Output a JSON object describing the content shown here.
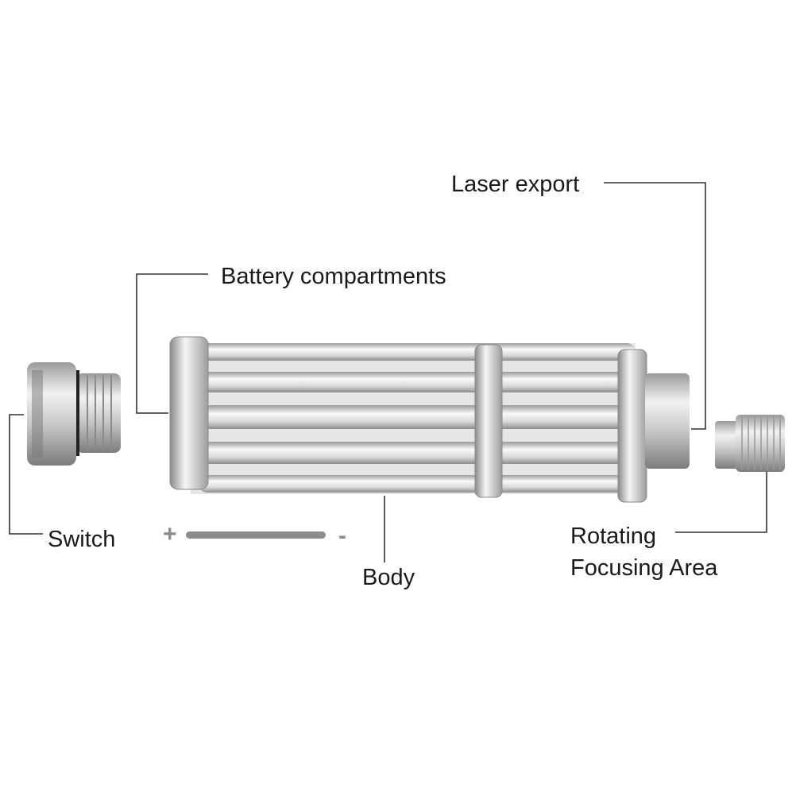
{
  "labels": {
    "laser_export": "Laser export",
    "battery_compartments": "Battery compartments",
    "switch": "Switch",
    "body": "Body",
    "rotating": "Rotating",
    "focusing_area": "Focusing Area"
  },
  "polarity": {
    "plus": "+",
    "minus": "-"
  },
  "colors": {
    "line": "#333333",
    "metal_light": "#f4f4f4",
    "metal_dark": "#8a8a8a",
    "polarity": "#8c8c8c"
  }
}
